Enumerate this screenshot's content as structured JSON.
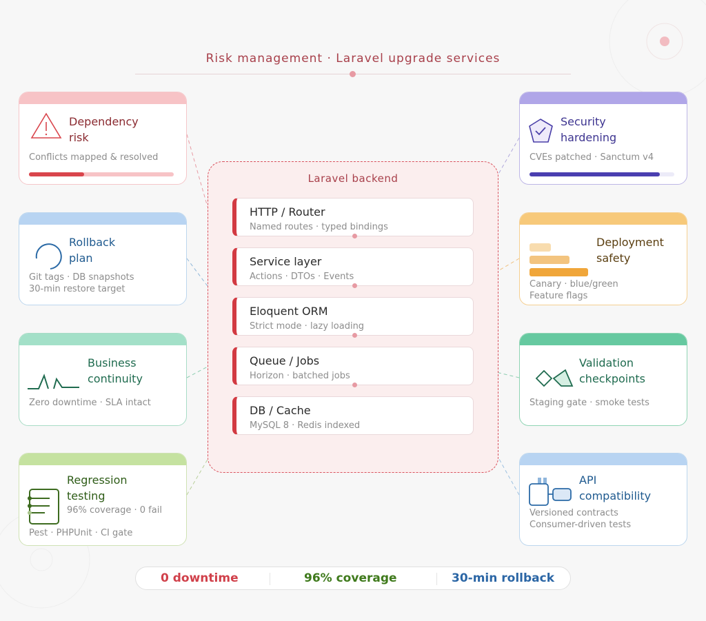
{
  "title": "Risk management · Laravel upgrade services",
  "backend": {
    "title": "Laravel backend",
    "layers": [
      {
        "name": "HTTP / Router",
        "detail": "Named routes · typed bindings"
      },
      {
        "name": "Service layer",
        "detail": "Actions · DTOs · Events"
      },
      {
        "name": "Eloquent ORM",
        "detail": "Strict mode · lazy loading"
      },
      {
        "name": "Queue / Jobs",
        "detail": "Horizon · batched jobs"
      },
      {
        "name": "DB / Cache",
        "detail": "MySQL 8 · Redis indexed"
      }
    ]
  },
  "cards": {
    "dependency": {
      "title1": "Dependency",
      "title2": "risk",
      "sub": "Conflicts mapped & resolved",
      "progress": 0.38,
      "icon": "warning-icon",
      "color": "#d9454c"
    },
    "rollback": {
      "title1": "Rollback",
      "title2": "plan",
      "sub1": "Git tags · DB snapshots",
      "sub2": "30-min restore target",
      "icon": "restore-arc-icon",
      "color": "#2b6aa6"
    },
    "continuity": {
      "title1": "Business",
      "title2": "continuity",
      "sub": "Zero downtime · SLA intact",
      "icon": "pulse-icon",
      "color": "#1f6b4f"
    },
    "regression": {
      "title1": "Regression",
      "title2": "testing",
      "sub_inline": "96% coverage · 0 fail",
      "sub": "Pest · PHPUnit · CI gate",
      "icon": "checklist-icon",
      "color": "#3d6b1f"
    },
    "security": {
      "title1": "Security",
      "title2": "hardening",
      "sub": "CVEs patched · Sanctum v4",
      "progress": 0.9,
      "icon": "shield-check-icon",
      "color": "#4a3fa8"
    },
    "deployment": {
      "title1": "Deployment",
      "title2": "safety",
      "sub1": "Canary · blue/green",
      "sub2": "Feature flags",
      "icon": "staged-bars-icon",
      "color": "#f0a63a"
    },
    "validation": {
      "title1": "Validation",
      "title2": "checkpoints",
      "sub": "Staging gate · smoke tests",
      "icon": "checkpoint-icon",
      "color": "#1f6b4f"
    },
    "api": {
      "title1": "API",
      "title2": "compatibility",
      "sub1": "Versioned contracts",
      "sub2": "Consumer-driven tests",
      "icon": "plug-icon",
      "color": "#2b6aa6"
    }
  },
  "stats": [
    {
      "label": "0 downtime",
      "color": "#d0404a"
    },
    {
      "label": "96% coverage",
      "color": "#3f7a1c"
    },
    {
      "label": "30-min rollback",
      "color": "#2b66a5"
    }
  ]
}
